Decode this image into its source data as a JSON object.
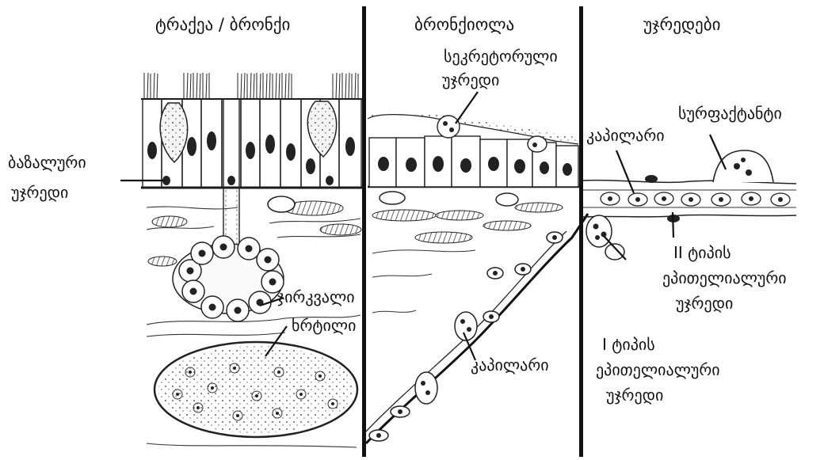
{
  "headers": {
    "trachea_bronchi": "ტრაქეა / ბრონქი",
    "bronchiole": "ბრონქიოლა",
    "cells": "უჯრედები"
  },
  "labels": {
    "secretory_1": "სეკრეტორული",
    "secretory_2": "უჯრედი",
    "basal_1": "ბაზალური",
    "basal_2": "უჯრედი",
    "gland": "ჯირკვალი",
    "cartilage": "ხრტილი",
    "capillary_mid": "კაპილარი",
    "capillary_right": "კაპილარი",
    "surfactant": "სურფაქტანტი",
    "type2_1": "II ტიპის",
    "type2_2": "ეპითელიალური",
    "type2_3": "უჯრედი",
    "type1_1": "I  ტიპის",
    "type1_2": "ეპითელიალური",
    "type1_3": "უჯრედი"
  }
}
